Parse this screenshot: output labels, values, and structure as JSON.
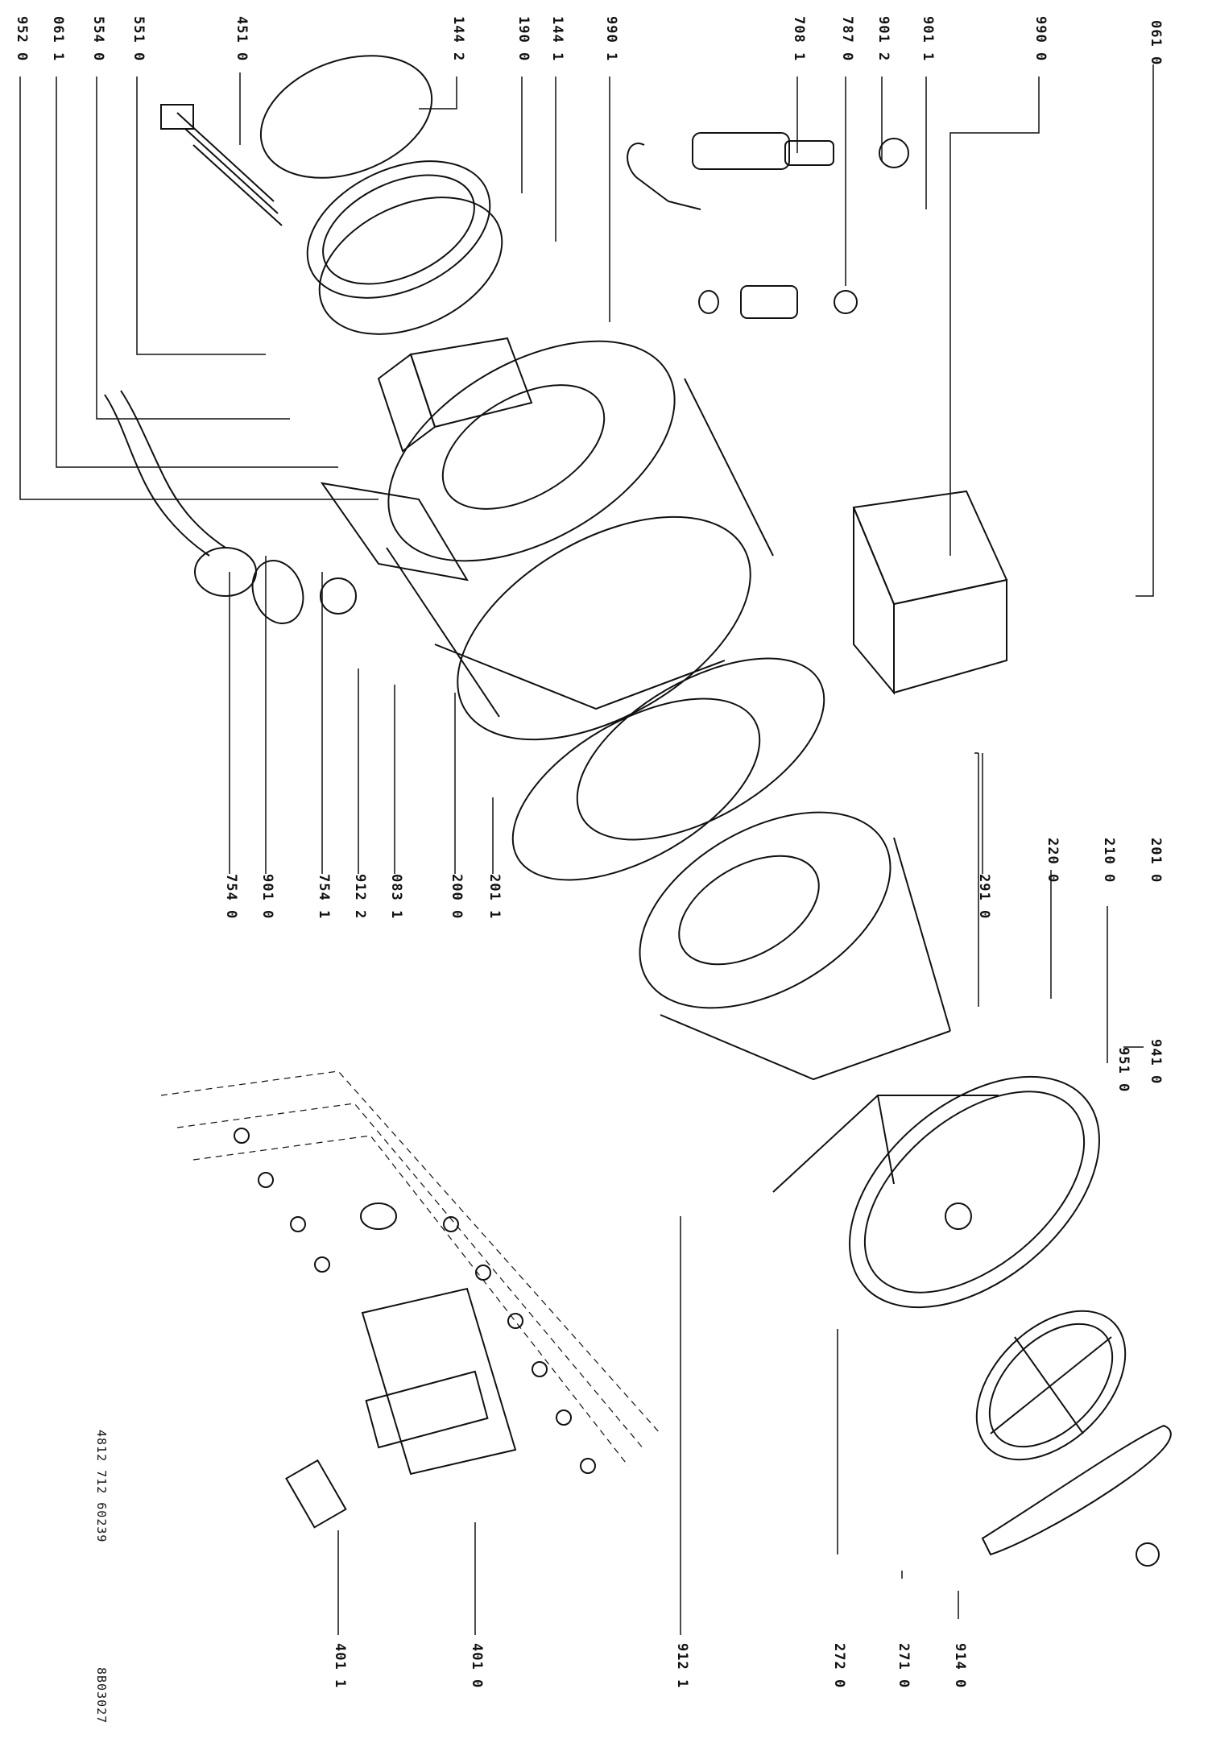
{
  "labels": {
    "top": [
      "061 0",
      "990 0",
      "901 1",
      "901 2",
      "787 0",
      "708 1",
      "990 1",
      "144 1",
      "190 0",
      "144 2",
      "451 0",
      "551 0",
      "554 0",
      "061 1",
      "952 0"
    ],
    "mid": [
      "754 0",
      "901 0",
      "754 1",
      "912 2",
      "083 1",
      "200 0",
      "201 1",
      "291 0",
      "220 0",
      "210 0",
      "201 0",
      "941 0",
      "951 0"
    ],
    "bottom": [
      "912 1",
      "272 0",
      "271 0",
      "914 0",
      "401 0",
      "401 1"
    ],
    "doc": [
      "4812 712 60239",
      "8B03027"
    ]
  }
}
